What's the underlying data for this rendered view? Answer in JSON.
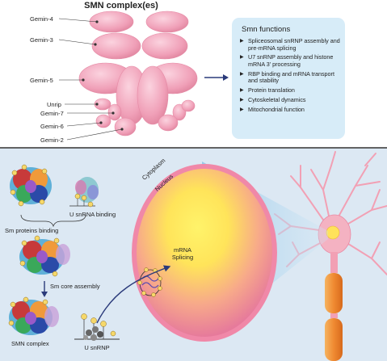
{
  "title": "SMN complex(es)",
  "gemin_labels": [
    "Gemin-4",
    "Gemin-3",
    "Gemin-5",
    "Unrip",
    "Gemin-7",
    "Gemin-6",
    "Gemin-2"
  ],
  "functions": {
    "title": "Smn functions",
    "items": [
      "Spliceosomal snRNP assembly and pre-mRNA splicing",
      "U7 snRNP assembly and histone mRNA 3’ processing",
      "RBP binding and mRNA transport and stability",
      "Protein translation",
      "Cytoskeletal dynamics",
      "Mitochondrial function"
    ]
  },
  "pathway": {
    "sm_proteins_binding": "Sm proteins binding",
    "u_snrna_binding": "U snRNA binding",
    "sm_core_assembly": "Sm core assembly",
    "smn_complex": "SMN complex",
    "u_snrnp": "U snRNP"
  },
  "cell": {
    "cytoplasm": "Cytoplasm",
    "nucleus": "Nucleus",
    "mrna_splicing": "mRNA Splicing"
  },
  "colors": {
    "gemin_pink": "#f0a0b8",
    "functions_bg": "#d7ecf8",
    "bottom_bg": "#dce8f3",
    "nucleus_yellow": "#ffe94a",
    "neuron_pink": "#f2a0b4",
    "axon_orange": "#e98a3a",
    "arrow_navy": "#2a3a7a"
  }
}
